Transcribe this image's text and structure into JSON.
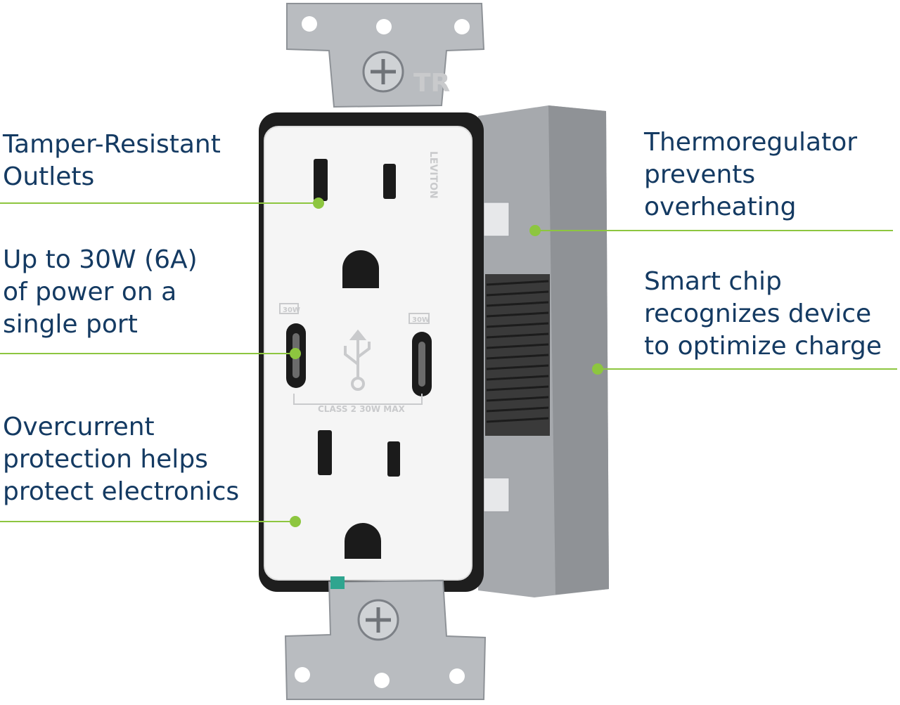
{
  "image": {
    "subject": "duplex outlet with two USB-C ports"
  },
  "callouts": {
    "tamper_resistant": "Tamper-Resistant\nOutlets",
    "power": "Up to 30W (6A)\nof power on a\nsingle port",
    "overcurrent": "Overcurrent\nprotection helps\nprotect electronics",
    "thermoregulator": "Thermoregulator\nprevents\noverheating",
    "smart_chip": "Smart chip\nrecognizes device\nto optimize charge"
  },
  "device_marks": {
    "brand": "LEVITON",
    "tr_mark": "TR",
    "port_left_rating": "30W",
    "port_right_rating": "30W",
    "class_text": "CLASS 2 30W MAX"
  },
  "colors": {
    "callout_text": "#143a62",
    "leader_line": "#8dc63f",
    "leader_dot": "#8dc63f"
  }
}
